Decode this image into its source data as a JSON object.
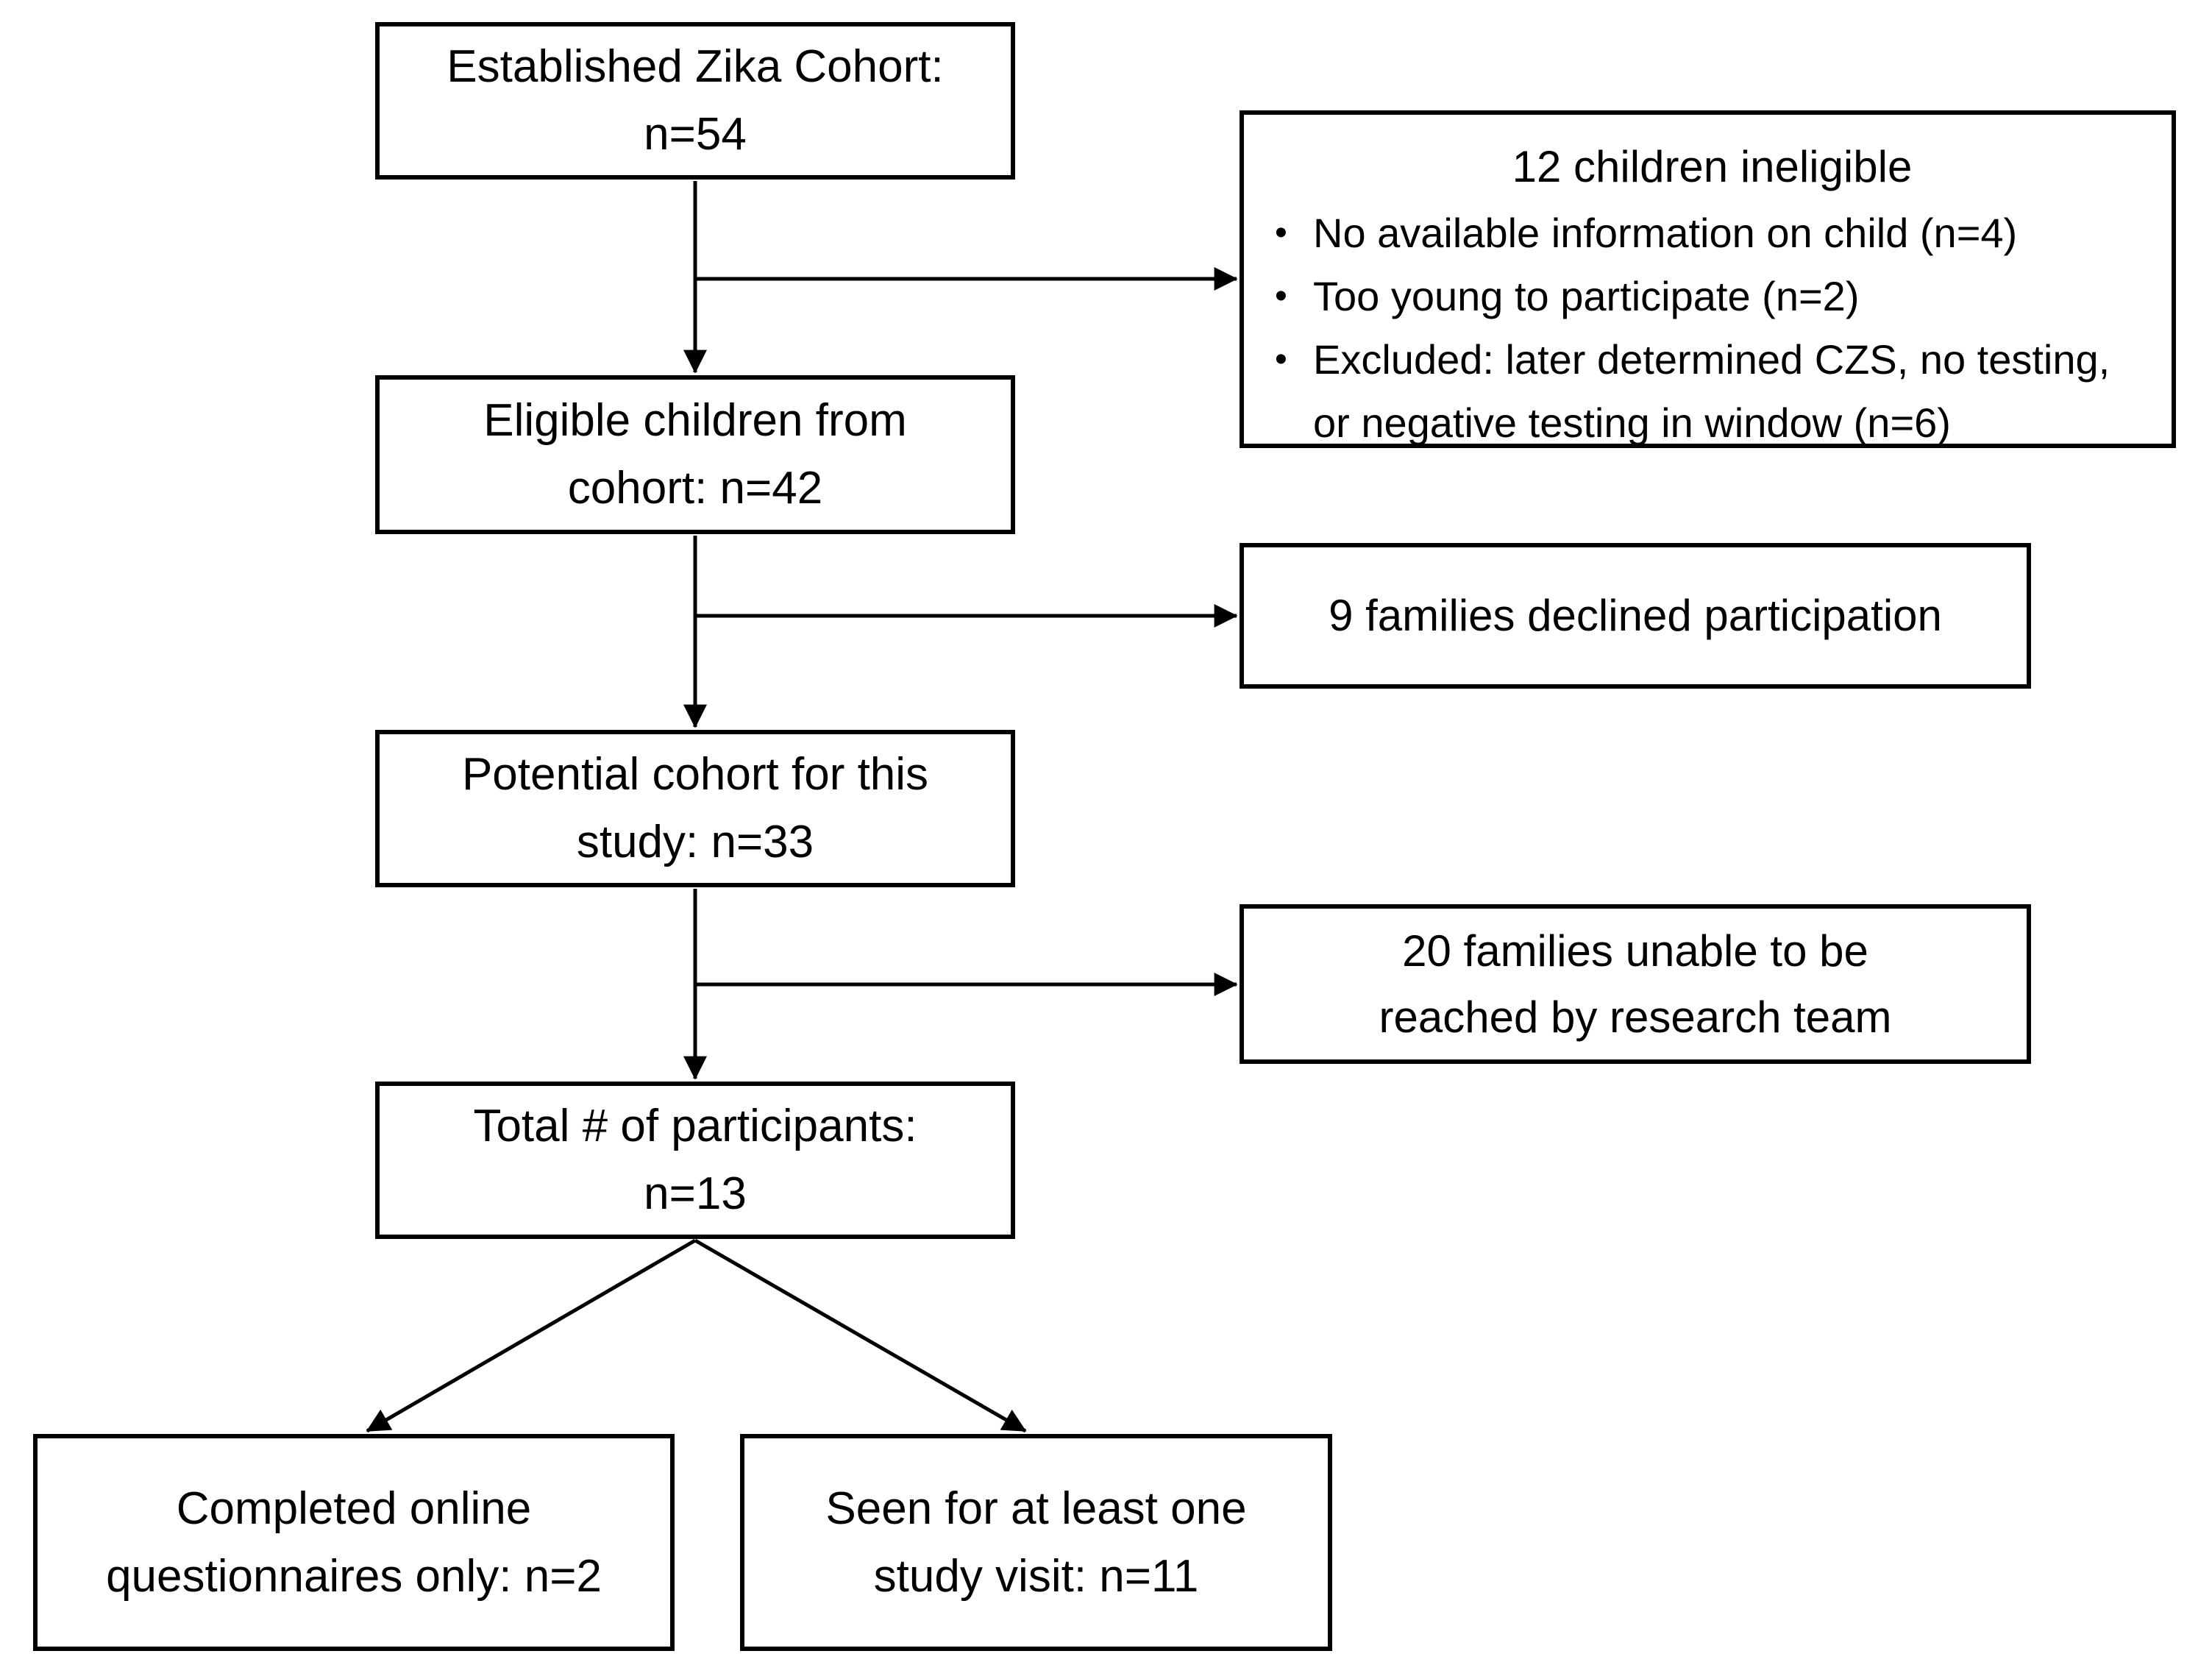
{
  "colors": {
    "background": "#ffffff",
    "box_border": "#000000",
    "text": "#000000",
    "connector_line": "#000000"
  },
  "flow": {
    "established": {
      "line1": "Established Zika Cohort:",
      "line2": "n=54"
    },
    "ineligible": {
      "title": "12 children ineligible",
      "bullets": [
        {
          "marker": "•",
          "line1": "No available information on child (n=4)"
        },
        {
          "marker": "•",
          "line1": "Too young to participate (n=2)"
        },
        {
          "marker": "•",
          "line1": "Excluded: later determined CZS, no testing,",
          "line2": "or negative testing in window (n=6)"
        }
      ]
    },
    "eligible": {
      "line1": "Eligible children from",
      "line2": "cohort: n=42"
    },
    "declined": {
      "line1": "9 families declined participation"
    },
    "potential": {
      "line1": "Potential cohort for this",
      "line2": "study: n=33"
    },
    "unreached": {
      "line1": "20 families unable to be",
      "line2": "reached by research team"
    },
    "total": {
      "line1": "Total # of participants:",
      "line2": "n=13"
    },
    "online_only": {
      "line1": "Completed online",
      "line2": "questionnaires only: n=2"
    },
    "study_visit": {
      "line1": "Seen for at least one",
      "line2": "study visit: n=11"
    }
  }
}
